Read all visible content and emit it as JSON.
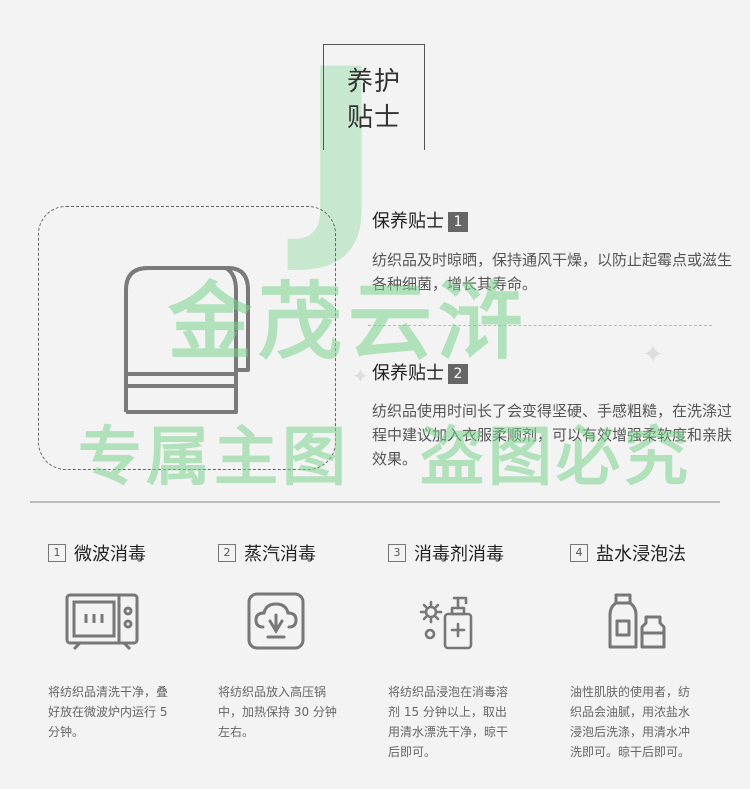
{
  "header": {
    "title_line1": "养护",
    "title_line2": "贴士"
  },
  "watermark": {
    "initial": "J",
    "brand": "金茂云浒",
    "left_text": "专属主图",
    "right_text": "盗图必究"
  },
  "tips": [
    {
      "title": "保养贴士",
      "number": "1",
      "body": "纺织品及时晾晒，保持通风干燥，以防止起霉点或滋生各种细菌，增长其寿命。"
    },
    {
      "title": "保养贴士",
      "number": "2",
      "body": "纺织品使用时间长了会变得坚硬、手感粗糙，在洗涤过程中建议加入衣服柔顺剂，可以有效增强柔软度和亲肤效果。"
    }
  ],
  "methods": [
    {
      "number": "1",
      "title": "微波消毒",
      "icon": "microwave-icon",
      "body": "将纺织品清洗干净，叠好放在微波炉内运行 5 分钟。"
    },
    {
      "number": "2",
      "title": "蒸汽消毒",
      "icon": "steam-icon",
      "body": "将纺织品放入高压锅中，加热保持 30 分钟左右。"
    },
    {
      "number": "3",
      "title": "消毒剂消毒",
      "icon": "disinfectant-icon",
      "body": "将纺织品浸泡在消毒溶剂 15 分钟以上，取出用清水漂洗干净，晾干后即可。"
    },
    {
      "number": "4",
      "title": "盐水浸泡法",
      "icon": "salt-bottles-icon",
      "body": "油性肌肤的使用者，纺织品会油腻，用浓盐水浸泡后洗涤，用清水冲洗即可。晾干后即可。"
    }
  ],
  "colors": {
    "background": "#f3f3f3",
    "icon_gray": "#777777",
    "watermark_green": "#78d28c"
  }
}
